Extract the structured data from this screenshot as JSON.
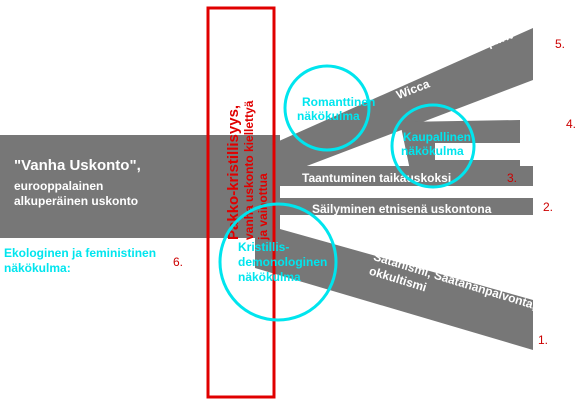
{
  "diagram": {
    "main": {
      "title": "\"Vanha Uskonto\",",
      "line1": "eurooppalainen",
      "line2": "alkuperäinen uskonto"
    },
    "left_label": {
      "line1": "Ekologinen ja feministinen",
      "line2": "näkökulma:"
    },
    "box_label": {
      "line1": "Pakko-kristillisyys,",
      "line2": "vanha uskonto kiellettyä",
      "line3": "ja vainottua"
    },
    "branches": [
      {
        "number": "5.",
        "line1": "Sivistyneistön noitapiirit",
        "line2": "Wicca"
      },
      {
        "number": "4.",
        "line1": "",
        "line2": ""
      },
      {
        "number": "3.",
        "line1": "Taantuminen taikauskoksi",
        "line2": ""
      },
      {
        "number": "2.",
        "line1": "Säilyminen etnisenä uskontona",
        "line2": ""
      },
      {
        "number": "1.",
        "line1": "Satanismi, Saatananpalvonta,",
        "line2": "okkultismi"
      }
    ],
    "perspectives": [
      {
        "line1": "Romanttinen",
        "line2": "näkökulma"
      },
      {
        "line1": "Kaupallinen",
        "line2": "näkökulma"
      },
      {
        "line1": "Kristillis-",
        "line2": "demonologinen",
        "line3": "näkökulma"
      }
    ],
    "left_number": "6.",
    "colors": {
      "band": "#777777",
      "text_white": "#ffffff",
      "cyan": "#00e5ee",
      "red": "#cc0000",
      "box": "#e00000"
    }
  }
}
